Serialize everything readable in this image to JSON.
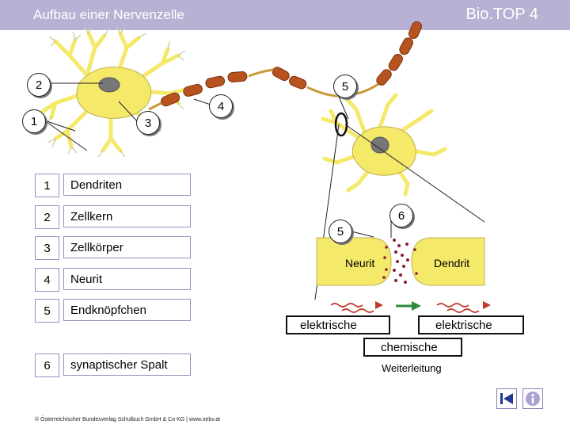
{
  "header": {
    "title": "Aufbau einer Nervenzelle",
    "brand": "Bio.TOP 4"
  },
  "callouts": {
    "c1": "1",
    "c2": "2",
    "c3": "3",
    "c4": "4",
    "c5": "5",
    "c5b": "5",
    "c6": "6"
  },
  "legend": [
    {
      "num": "1",
      "label": "Dendriten"
    },
    {
      "num": "2",
      "label": "Zellkern"
    },
    {
      "num": "3",
      "label": "Zellkörper"
    },
    {
      "num": "4",
      "label": "Neurit"
    },
    {
      "num": "5",
      "label": "Endknöpfchen"
    },
    {
      "num": "6",
      "label": "synaptischer Spalt"
    }
  ],
  "synapse": {
    "neurit": "Neurit",
    "dendrit": "Dendrit",
    "elektrisch_left": "elektrische",
    "elektrisch_right": "elektrische",
    "chemische": "chemische",
    "weiterleitung": "Weiterleitung"
  },
  "colors": {
    "header": "#b7b1d3",
    "cell": "#f5e96a",
    "axon": "#b8531f",
    "signal_wave": "#c0392b",
    "signal_arrow": "#2e8b3a"
  },
  "footer": "© Österreichischer Bundesverlag Schulbuch GmbH & Co KG | www.oebv.at",
  "nav": {
    "left_icon": "skip-back-icon",
    "right_icon": "info-icon"
  }
}
